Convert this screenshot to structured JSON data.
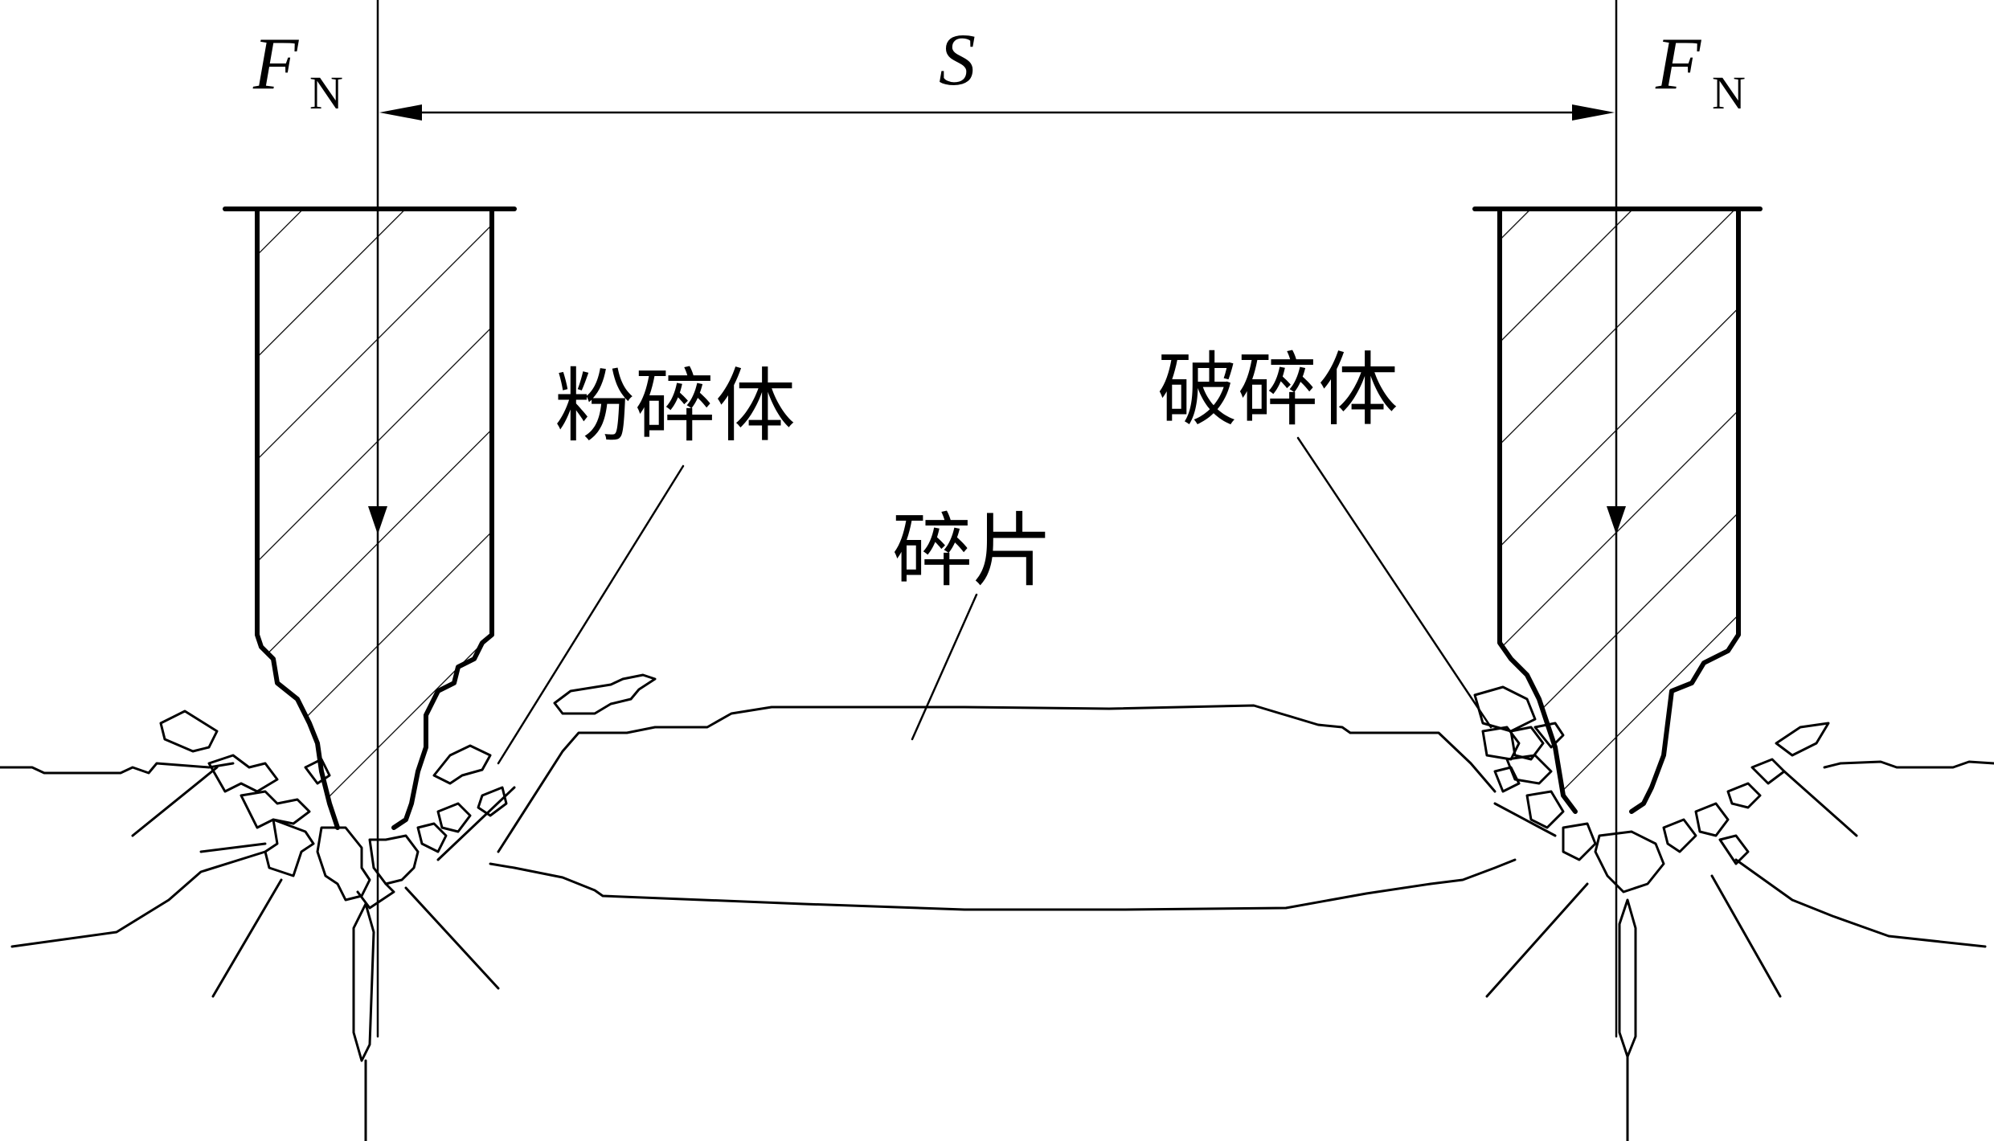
{
  "labels": {
    "force_left": "F",
    "force_left_sub": "N",
    "force_right": "F",
    "force_right_sub": "N",
    "spacing": "S",
    "crushed_zone": "粉碎体",
    "broken_zone": "破碎体",
    "chip": "碎片"
  }
}
